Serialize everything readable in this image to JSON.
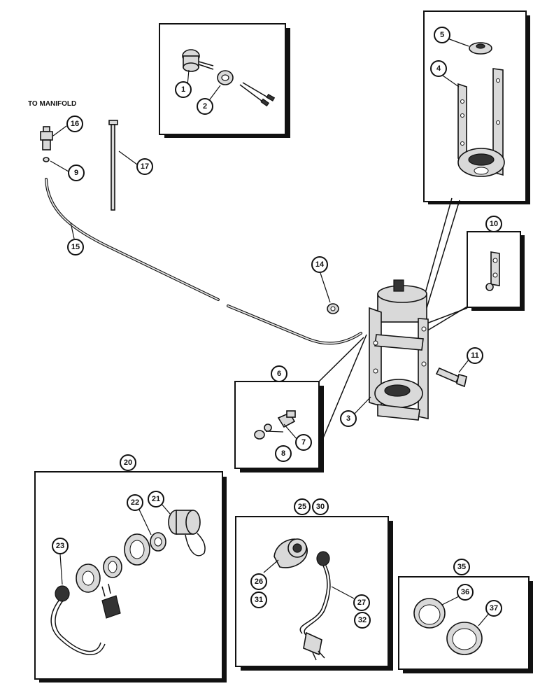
{
  "labels": {
    "to_manifold": "TO MANIFOLD"
  },
  "callouts": {
    "c1": "1",
    "c2": "2",
    "c3": "3",
    "c4": "4",
    "c5": "5",
    "c6": "6",
    "c7": "7",
    "c8": "8",
    "c9": "9",
    "c10": "10",
    "c11": "11",
    "c14": "14",
    "c15": "15",
    "c16": "16",
    "c17": "17",
    "c20": "20",
    "c21": "21",
    "c22": "22",
    "c23": "23",
    "c25": "25",
    "c26": "26",
    "c27": "27",
    "c30": "30",
    "c31": "31",
    "c32": "32",
    "c35": "35",
    "c36": "36",
    "c37": "37"
  }
}
